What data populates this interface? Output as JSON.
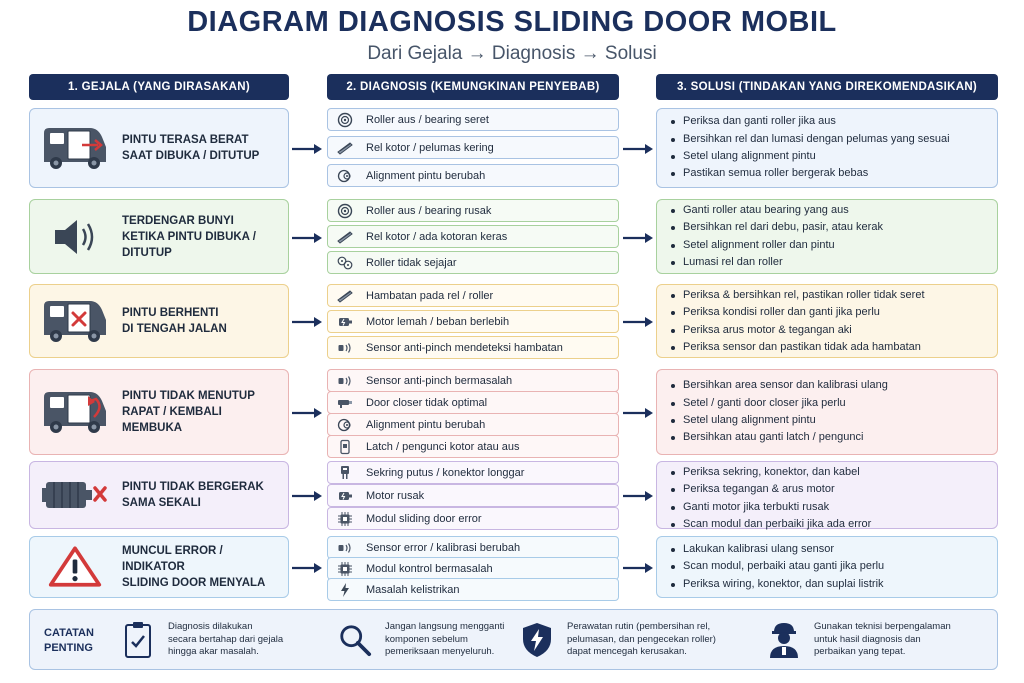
{
  "title": "DIAGRAM DIAGNOSIS SLIDING DOOR MOBIL",
  "subtitle": "Dari Gejala → Diagnosis → Solusi",
  "columns": {
    "gejala": "1. GEJALA (YANG DIRASAKAN)",
    "diagnosis": "2. DIAGNOSIS (KEMUNGKINAN PENYEBAB)",
    "solusi": "3. SOLUSI (TINDAKAN YANG DIREKOMENDASIKAN)"
  },
  "rows": [
    {
      "gejala": [
        "PINTU TERASA BERAT",
        "SAAT DIBUKA / DITUTUP"
      ],
      "gejala_icon": "van-door-open-icon",
      "diagnosis": [
        {
          "icon": "roller-icon",
          "text": "Roller aus / bearing seret"
        },
        {
          "icon": "rail-icon",
          "text": "Rel kotor / pelumas kering"
        },
        {
          "icon": "alignment-icon",
          "text": "Alignment pintu berubah"
        }
      ],
      "solusi": [
        "Periksa dan ganti roller jika aus",
        "Bersihkan rel dan lumasi dengan pelumas yang sesuai",
        "Setel ulang alignment pintu",
        "Pastikan semua roller bergerak bebas"
      ]
    },
    {
      "gejala": [
        "TERDENGAR BUNYI",
        "KETIKA PINTU DIBUKA /",
        "DITUTUP"
      ],
      "gejala_icon": "speaker-icon",
      "diagnosis": [
        {
          "icon": "roller-icon",
          "text": "Roller aus / bearing rusak"
        },
        {
          "icon": "rail-icon",
          "text": "Rel kotor / ada kotoran keras"
        },
        {
          "icon": "misaligned-roller-icon",
          "text": "Roller tidak sejajar"
        }
      ],
      "solusi": [
        "Ganti roller atau bearing yang aus",
        "Bersihkan rel dari debu, pasir, atau kerak",
        "Setel alignment roller dan pintu",
        "Lumasi rel dan roller"
      ]
    },
    {
      "gejala": [
        "PINTU BERHENTI",
        "DI TENGAH JALAN"
      ],
      "gejala_icon": "van-door-stopped-icon",
      "diagnosis": [
        {
          "icon": "rail-icon",
          "text": "Hambatan pada rel / roller"
        },
        {
          "icon": "motor-icon",
          "text": "Motor lemah / beban berlebih"
        },
        {
          "icon": "sensor-icon",
          "text": "Sensor anti-pinch mendeteksi hambatan"
        }
      ],
      "solusi": [
        "Periksa & bersihkan rel, pastikan roller tidak seret",
        "Periksa kondisi roller dan ganti jika perlu",
        "Periksa arus motor & tegangan aki",
        "Periksa sensor dan pastikan tidak ada hambatan"
      ]
    },
    {
      "gejala": [
        "PINTU TIDAK MENUTUP",
        "RAPAT / KEMBALI MEMBUKA"
      ],
      "gejala_icon": "van-door-return-icon",
      "diagnosis": [
        {
          "icon": "sensor-icon",
          "text": "Sensor anti-pinch bermasalah"
        },
        {
          "icon": "door-closer-icon",
          "text": "Door closer tidak optimal"
        },
        {
          "icon": "alignment-icon",
          "text": "Alignment pintu berubah"
        },
        {
          "icon": "latch-icon",
          "text": "Latch / pengunci kotor atau aus"
        }
      ],
      "solusi": [
        "Bersihkan area sensor dan kalibrasi ulang",
        "Setel / ganti door closer jika perlu",
        "Setel ulang alignment pintu",
        "Bersihkan atau ganti latch / pengunci"
      ]
    },
    {
      "gejala": [
        "PINTU TIDAK BERGERAK",
        "SAMA SEKALI"
      ],
      "gejala_icon": "motor-error-icon",
      "diagnosis": [
        {
          "icon": "fuse-icon",
          "text": "Sekring putus / konektor longgar"
        },
        {
          "icon": "motor-icon",
          "text": "Motor rusak"
        },
        {
          "icon": "chip-icon",
          "text": "Modul sliding door error"
        }
      ],
      "solusi": [
        "Periksa sekring, konektor, dan kabel",
        "Periksa tegangan & arus motor",
        "Ganti motor jika terbukti rusak",
        "Scan modul dan perbaiki jika ada error"
      ]
    },
    {
      "gejala": [
        "MUNCUL ERROR / INDIKATOR",
        "SLIDING DOOR MENYALA"
      ],
      "gejala_icon": "warning-icon",
      "diagnosis": [
        {
          "icon": "sensor-icon",
          "text": "Sensor error / kalibrasi berubah"
        },
        {
          "icon": "chip-icon",
          "text": "Modul kontrol bermasalah"
        },
        {
          "icon": "lightning-icon",
          "text": "Masalah kelistrikan"
        }
      ],
      "solusi": [
        "Lakukan kalibrasi ulang sensor",
        "Scan modul, perbaiki atau ganti jika perlu",
        "Periksa wiring, konektor, dan suplai listrik"
      ]
    }
  ],
  "notes": {
    "label": [
      "CATATAN",
      "PENTING"
    ],
    "items": [
      {
        "icon": "checklist-icon",
        "lines": [
          "Diagnosis dilakukan",
          "secara bertahap dari gejala",
          "hingga akar masalah."
        ]
      },
      {
        "icon": "magnifier-icon",
        "lines": [
          "Jangan langsung mengganti",
          "komponen sebelum",
          "pemeriksaan menyeluruh."
        ]
      },
      {
        "icon": "shield-lightning-icon",
        "lines": [
          "Perawatan rutin (pembersihan rel,",
          "pelumasan, dan pengecekan roller)",
          "dapat mencegah kerusakan."
        ]
      },
      {
        "icon": "technician-icon",
        "lines": [
          "Gunakan teknisi berpengalaman",
          "untuk hasil diagnosis dan",
          "perbaikan yang tepat."
        ]
      }
    ]
  }
}
